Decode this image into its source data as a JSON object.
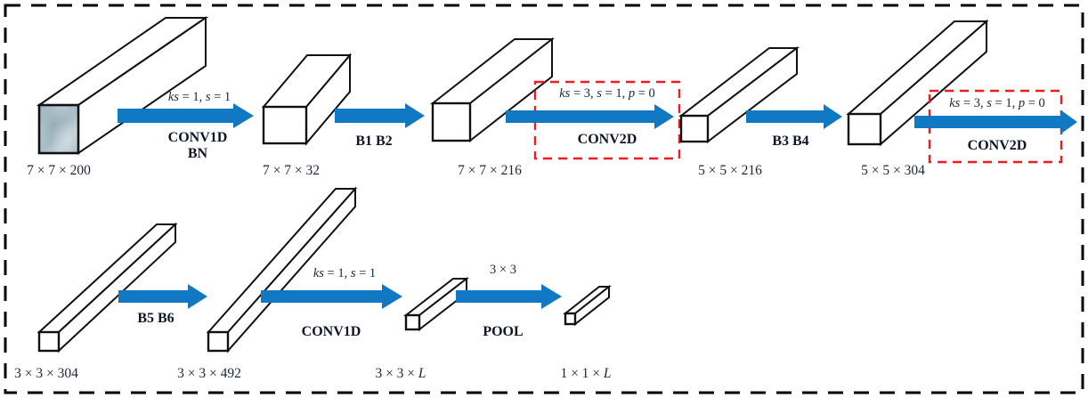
{
  "figure": {
    "title": "Network architecture pipeline diagram",
    "accent_arrow_color": "#1179c4",
    "highlight_box_color": "#ee1c22",
    "frame_color": "#000000",
    "input_face_color": "#a9bcc4"
  },
  "row_top": {
    "blocks": [
      {
        "id": "input",
        "dim": "7 × 7 × 200",
        "textured": "true"
      },
      {
        "id": "after-conv1d",
        "dim": "7 × 7 × 32",
        "textured": "false"
      },
      {
        "id": "after-b1b2",
        "dim": "7 × 7 × 216",
        "textured": "false"
      },
      {
        "id": "after-conv2d-1",
        "dim": "5 × 5 × 216",
        "textured": "false"
      },
      {
        "id": "after-b3b4",
        "dim": "5 × 5 × 304",
        "textured": "false"
      }
    ],
    "arrows": [
      {
        "id": "conv1d-bn",
        "params": "ks = 1, s = 1",
        "op": "CONV1D",
        "op2": "BN",
        "highlighted": "false"
      },
      {
        "id": "b1-b2",
        "params": "",
        "op": "B1 B2",
        "op2": "",
        "highlighted": "false"
      },
      {
        "id": "conv2d-1",
        "params": "ks = 3, s = 1, p = 0",
        "op": "CONV2D",
        "op2": "",
        "highlighted": "true"
      },
      {
        "id": "b3-b4",
        "params": "",
        "op": "B3 B4",
        "op2": "",
        "highlighted": "false"
      },
      {
        "id": "conv2d-2",
        "params": "ks = 3, s = 1, p = 0",
        "op": "CONV2D",
        "op2": "",
        "highlighted": "true"
      }
    ]
  },
  "row_bottom": {
    "blocks": [
      {
        "id": "after-conv2d-2",
        "dim": "3 × 3 × 304",
        "textured": "false"
      },
      {
        "id": "after-b5b6",
        "dim": "3 × 3 × 492",
        "textured": "false"
      },
      {
        "id": "after-conv1d-2",
        "dim": "3 × 3 × L",
        "textured": "false"
      },
      {
        "id": "after-pool",
        "dim": "1 × 1 × L",
        "textured": "false"
      }
    ],
    "arrows": [
      {
        "id": "b5-b6",
        "params": "",
        "op": "B5 B6",
        "op2": "",
        "highlighted": "false"
      },
      {
        "id": "conv1d-2",
        "params": "ks = 1, s = 1",
        "op": "CONV1D",
        "op2": "",
        "highlighted": "false"
      },
      {
        "id": "pool",
        "params": "3 × 3",
        "op": "POOL",
        "op2": "",
        "highlighted": "false"
      }
    ]
  }
}
